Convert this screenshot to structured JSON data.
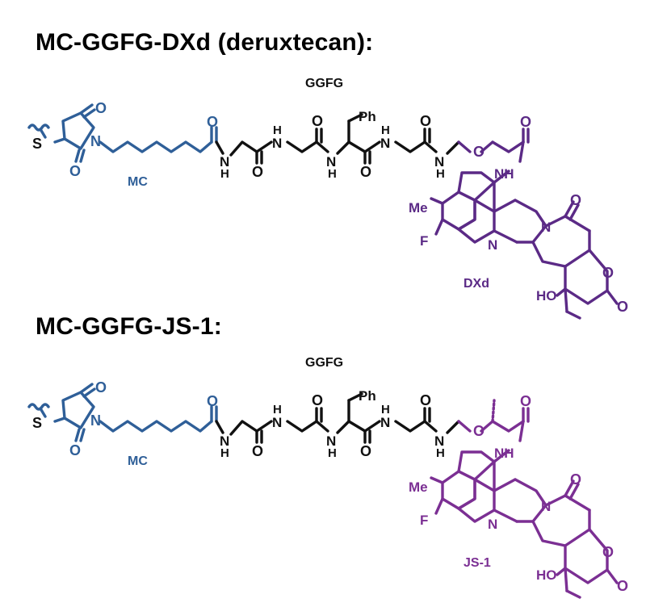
{
  "structures": [
    {
      "title": "MC-GGFG-DXd (deruxtecan):",
      "peptide_label": "GGFG",
      "maleimide_label": "MC",
      "payload_label": "DXd",
      "payload_color": "#5b2a86",
      "atoms": {
        "S": "S",
        "N": "N",
        "O": "O",
        "H": "H",
        "NH": "NH",
        "Ph": "Ph",
        "Me": "Me",
        "F": "F",
        "HO": "HO"
      }
    },
    {
      "title": "MC-GGFG-JS-1:",
      "peptide_label": "GGFG",
      "maleimide_label": "MC",
      "payload_label": "JS-1",
      "payload_color": "#7b2f93",
      "atoms": {
        "S": "S",
        "N": "N",
        "O": "O",
        "H": "H",
        "NH": "NH",
        "Ph": "Ph",
        "Me": "Me",
        "F": "F",
        "HO": "HO"
      }
    }
  ],
  "colors": {
    "linker": "#111111",
    "maleimide": "#2f5f98"
  }
}
